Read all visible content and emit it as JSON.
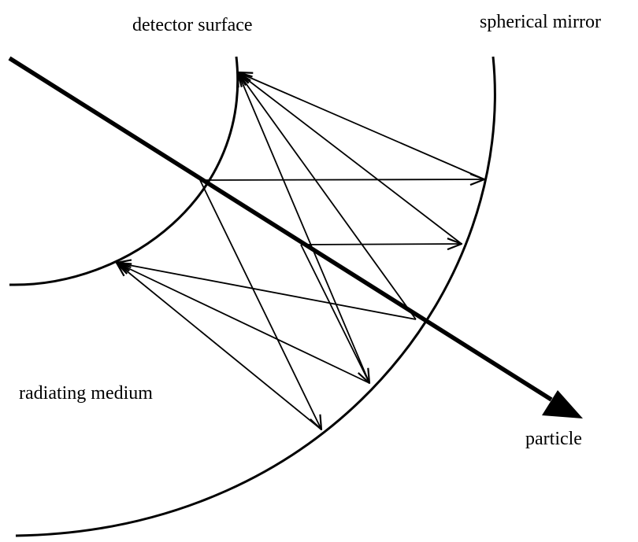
{
  "labels": {
    "detector_surface": "detector surface",
    "spherical_mirror": "spherical mirror",
    "radiating_medium": "radiating medium",
    "particle": "particle"
  },
  "colors": {
    "ink": "#000000",
    "background": "#ffffff"
  }
}
